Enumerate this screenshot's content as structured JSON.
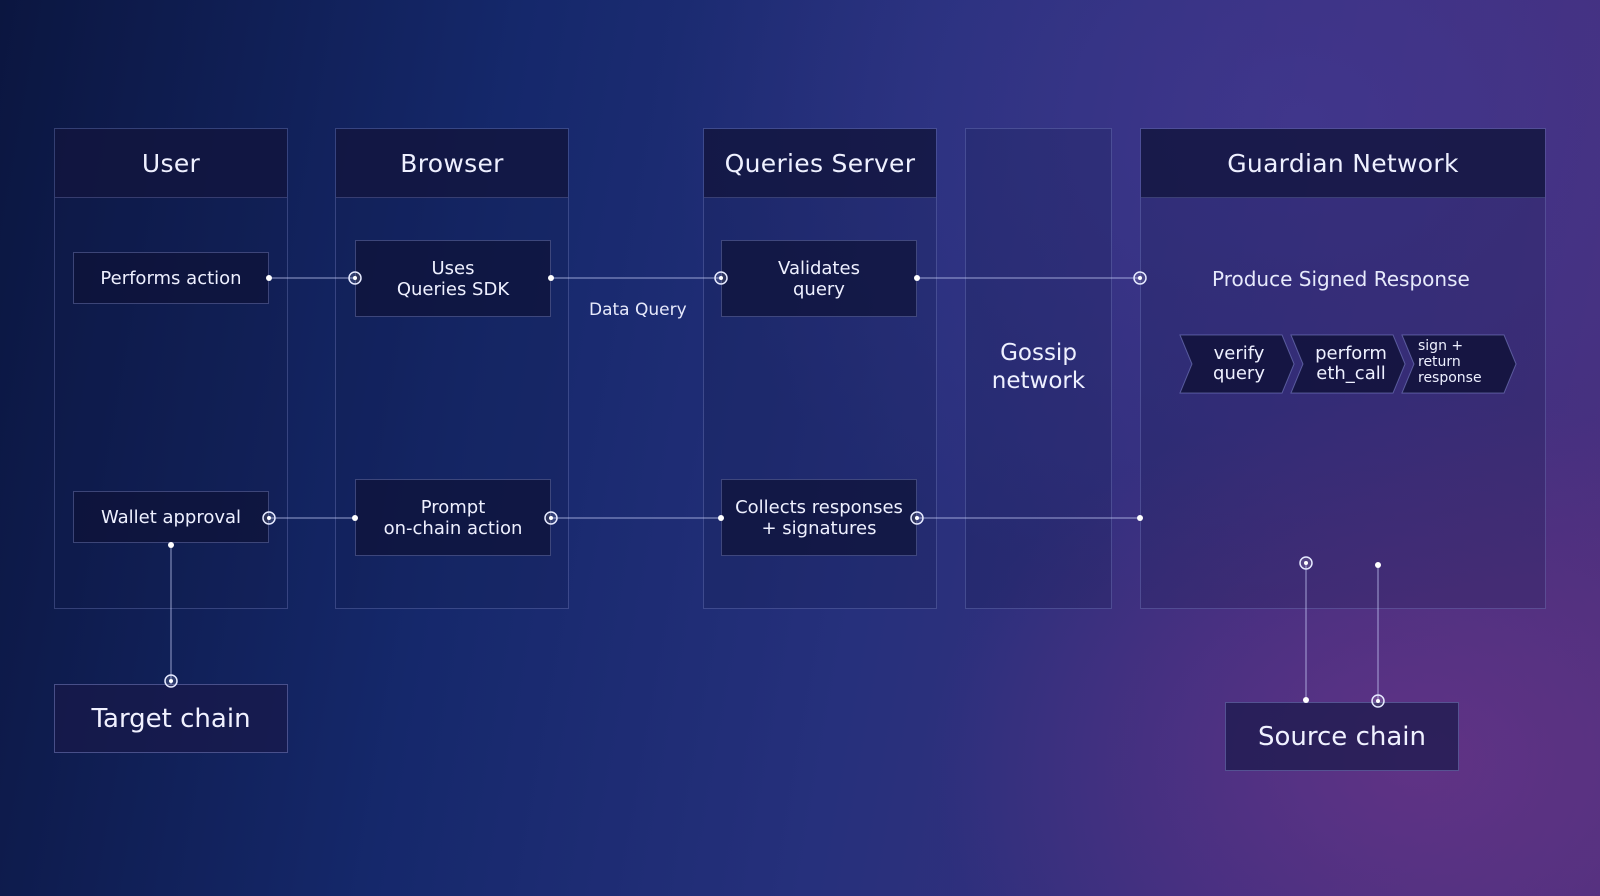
{
  "lanes": {
    "user": "User",
    "browser": "Browser",
    "queries_server": "Queries Server",
    "gossip": "Gossip\nnetwork",
    "guardian": "Guardian Network"
  },
  "nodes": {
    "performs_action": "Performs action",
    "wallet_approval": "Wallet approval",
    "uses_sdk": "Uses\nQueries SDK",
    "prompt_action": "Prompt\non-chain action",
    "validates_query": "Validates\nquery",
    "collects_responses": "Collects responses\n+ signatures"
  },
  "labels": {
    "data_query": "Data Query",
    "produce_signed_response": "Produce Signed Response"
  },
  "steps": [
    "verify\nquery",
    "perform\neth_call",
    "sign +\nreturn\nresponse"
  ],
  "chains": {
    "target": "Target chain",
    "source": "Source chain"
  },
  "colors": {
    "line": "#cfd6ff",
    "box_border": "#8c96e6"
  }
}
